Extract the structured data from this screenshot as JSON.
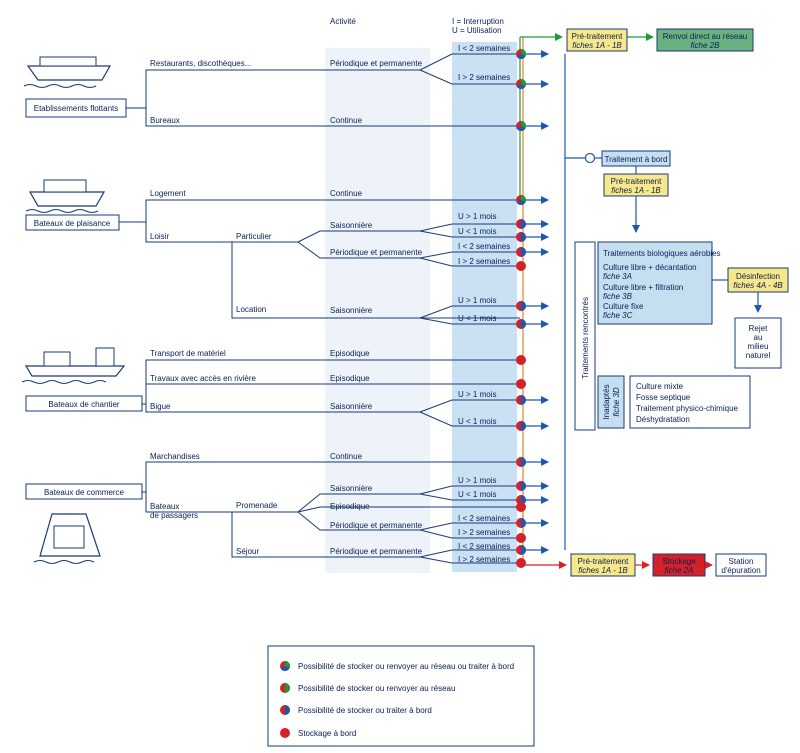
{
  "headers": {
    "activite": "Activité",
    "legend_i": "I = Interruption",
    "legend_u": "U = Utilisation"
  },
  "categories": {
    "flottants": "Etablissements flottants",
    "plaisance": "Bateaux de plaisance",
    "chantier": "Bateaux de chantier",
    "commerce": "Bateaux de commerce"
  },
  "subcategories": {
    "restaurants": "Restaurants, discothèques...",
    "bureaux": "Bureaux",
    "logement": "Logement",
    "loisir": "Loisir",
    "particulier": "Particulier",
    "location": "Location",
    "transport": "Transport de matériel",
    "travaux": "Travaux avec accès en rivière",
    "bigue": "Bigue",
    "marchandises": "Marchandises",
    "bateaux_passagers_1": "Bateaux",
    "bateaux_passagers_2": "de passagers",
    "promenade": "Promenade",
    "sejour": "Séjour"
  },
  "activities": {
    "periodique": "Périodique et permanente",
    "continue": "Continue",
    "saisonniere": "Saisonnière",
    "episodique": "Episodique"
  },
  "durations": {
    "i_lt2": "I < 2 semaines",
    "i_gt2": "I > 2 semaines",
    "u_gt1": "U > 1 mois",
    "u_lt1": "U < 1 mois"
  },
  "boxes": {
    "pretraitement": "Pré-traitement",
    "fiches_1a1b": "fiches 1A - 1B",
    "renvoi_1": "Renvoi direct au réseau",
    "renvoi_2": "fiche 2B",
    "traitement_bord": "Traitement à bord",
    "traitements_rencontres": "Traitements rencontrés",
    "bio_title": "Traitements biologiques aérobies",
    "bio_l1": "Culture libre + décantation",
    "bio_l2": "fiche 3A",
    "bio_l3": "Culture libre + filtration",
    "bio_l4": "fiche 3B",
    "bio_l5": "Culture fixe",
    "bio_l6": "fiche 3C",
    "desinfection_1": "Désinfection",
    "desinfection_2": "fiches 4A - 4B",
    "rejet_1": "Rejet",
    "rejet_2": "au",
    "rejet_3": "milieu",
    "rejet_4": "naturel",
    "inadaptes_1": "Inadaptés",
    "inadaptes_2": "fiche 3D",
    "inad_l1": "Culture mixte",
    "inad_l2": "Fosse septique",
    "inad_l3": "Traitement physico-chimique",
    "inad_l4": "Déshydratation",
    "stockage_1": "Stockage",
    "stockage_2": "fiche 2A",
    "station_1": "Station",
    "station_2": "d'épuration"
  },
  "legend": {
    "item1": "Possibilité de stocker ou renvoyer au réseau ou traiter à bord",
    "item2": "Possibilité de stocker ou renvoyer au réseau",
    "item3": "Possibilité de stocker ou traiter à bord",
    "item4": "Stockage à bord"
  },
  "colors": {
    "navy": "#1a3a78",
    "blue": "#2a64b8",
    "light_blue": "#c5def0",
    "col_bg_1": "#eef3f9",
    "col_bg_2": "#c9e1f3",
    "yellow": "#f7e88a",
    "green": "#69b27f",
    "red": "#d42028",
    "orange": "#e0822a"
  }
}
